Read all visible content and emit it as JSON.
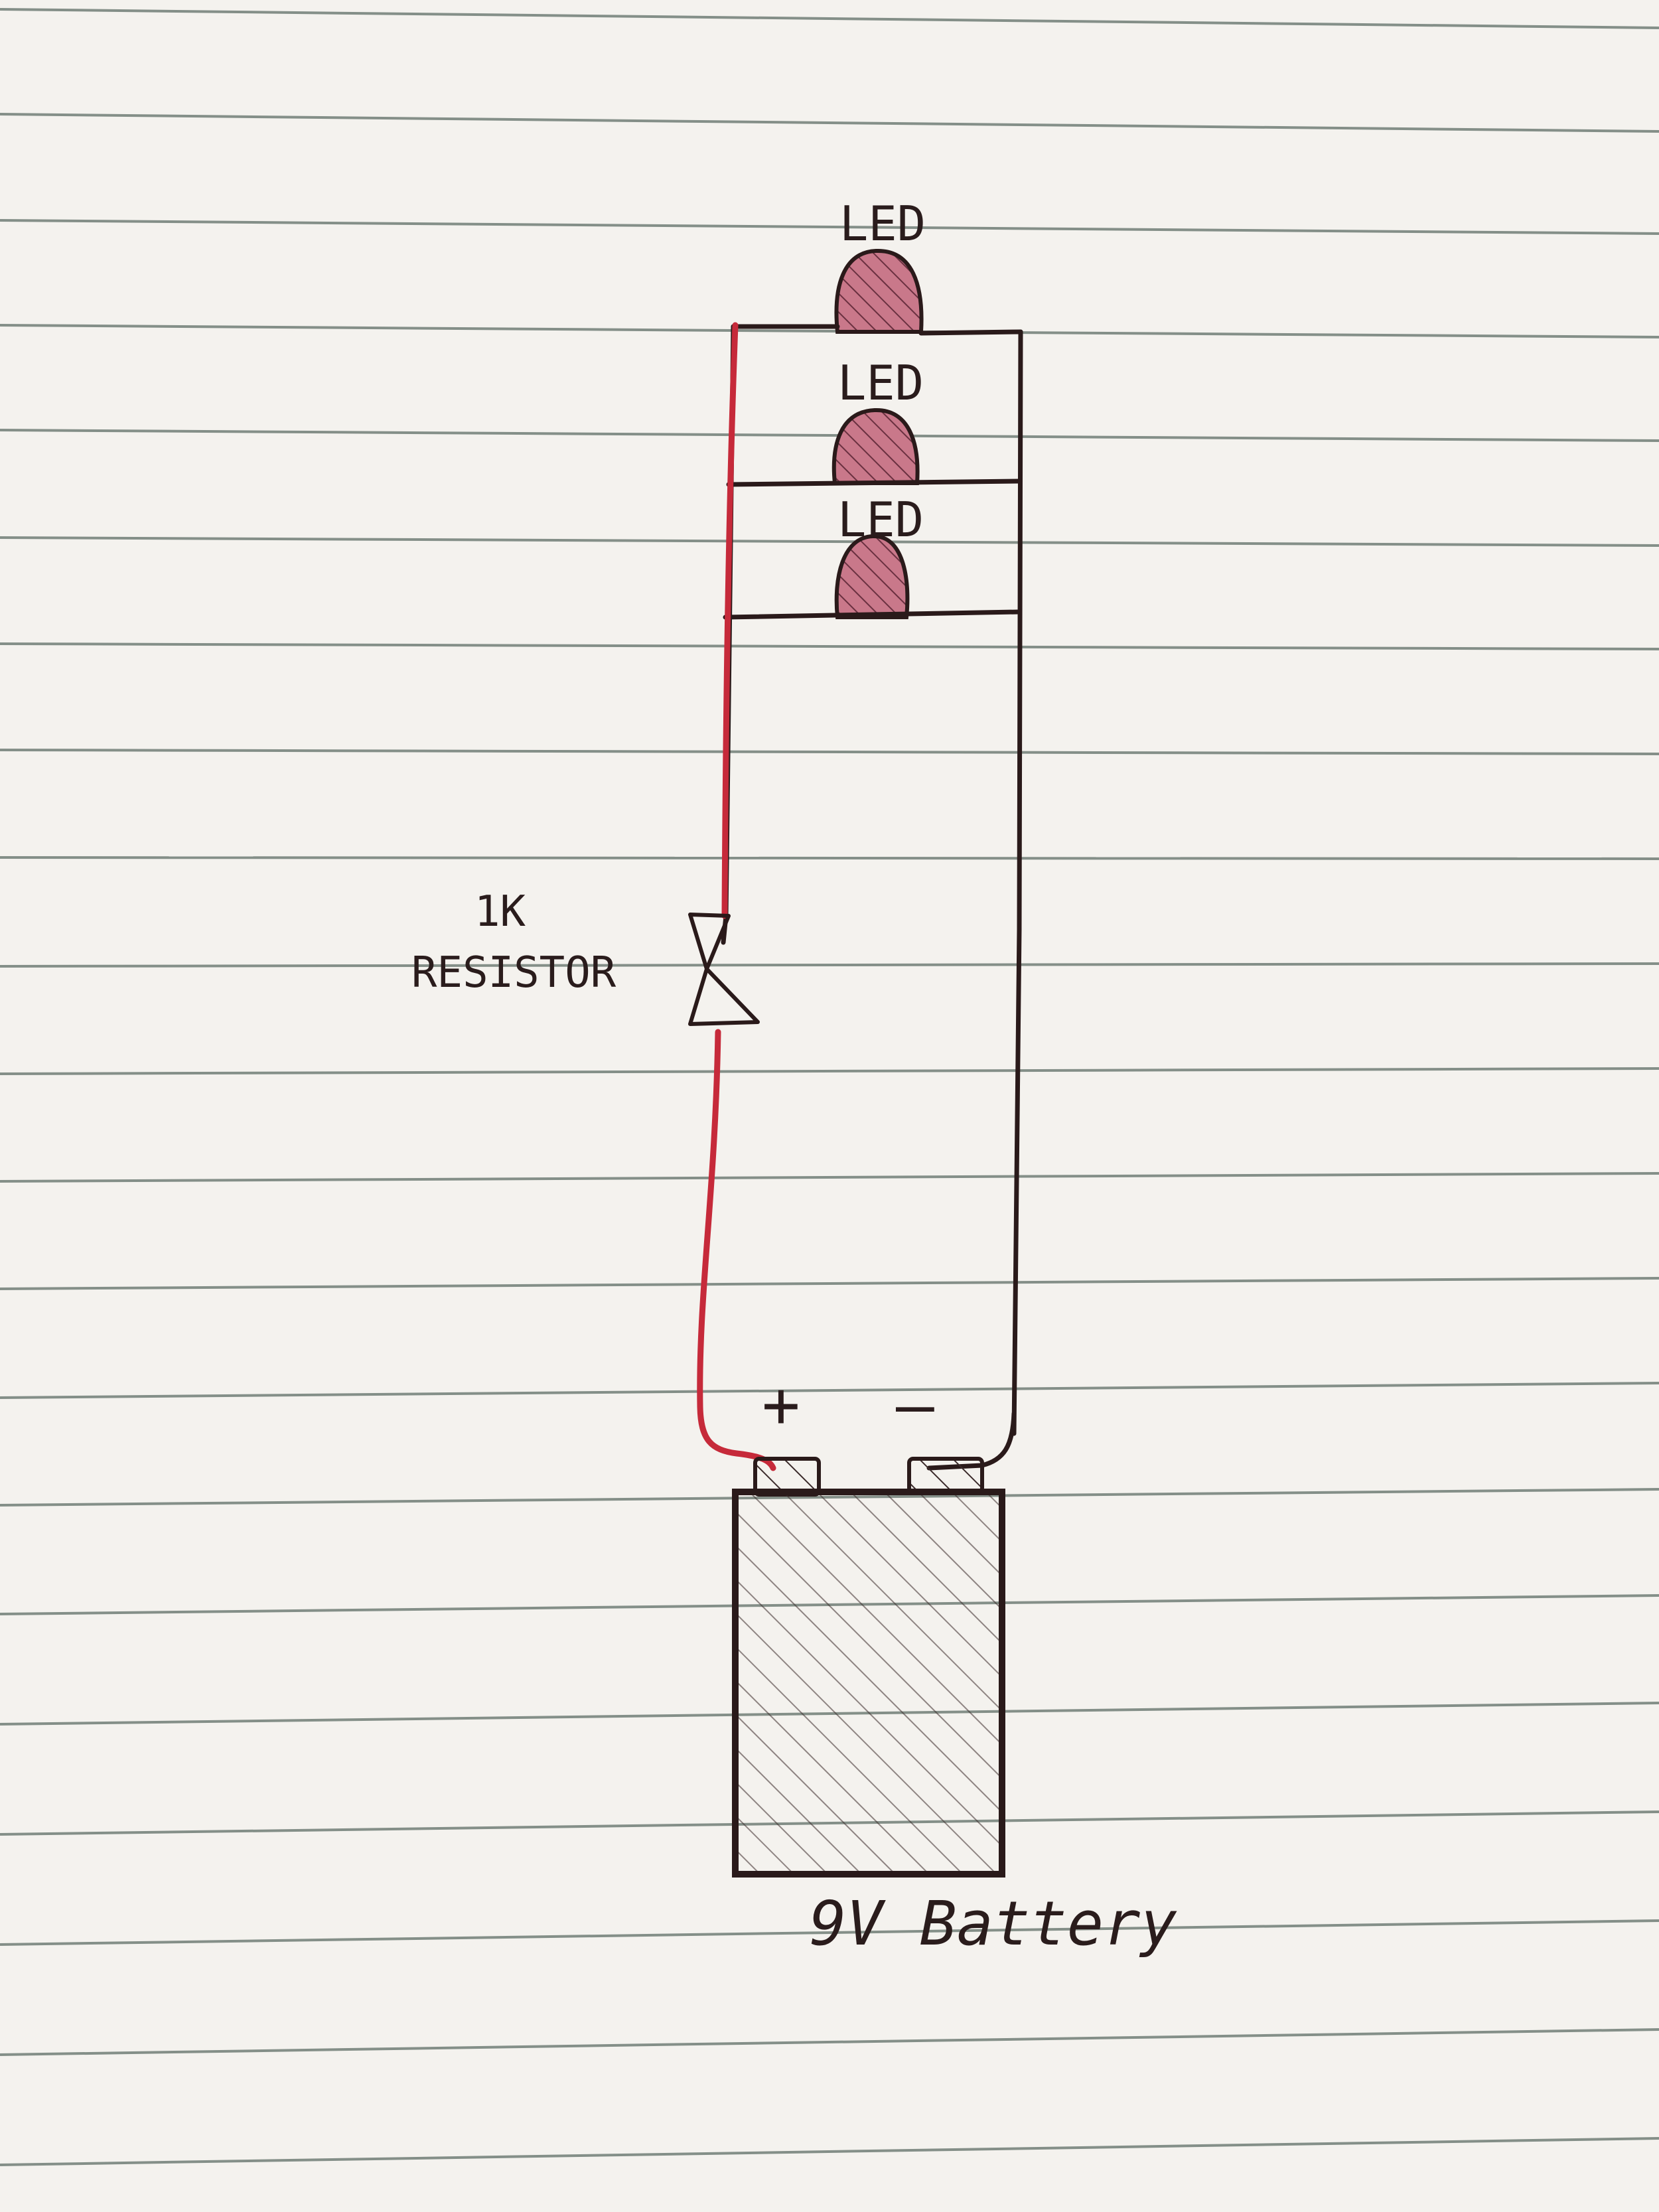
{
  "labels": {
    "led_1": "LED",
    "led_2": "LED",
    "led_3": "LED",
    "resistor_value": "1K",
    "resistor_name": "RESISTOR",
    "terminal_positive": "+",
    "terminal_negative": "–",
    "battery": "9V Battery"
  },
  "colors": {
    "paper": "#f4f2ee",
    "rule_line": "#5f6e66",
    "ink": "#2a1a1a",
    "red_wire": "#c62a3a",
    "led_fill": "#c9788a"
  }
}
